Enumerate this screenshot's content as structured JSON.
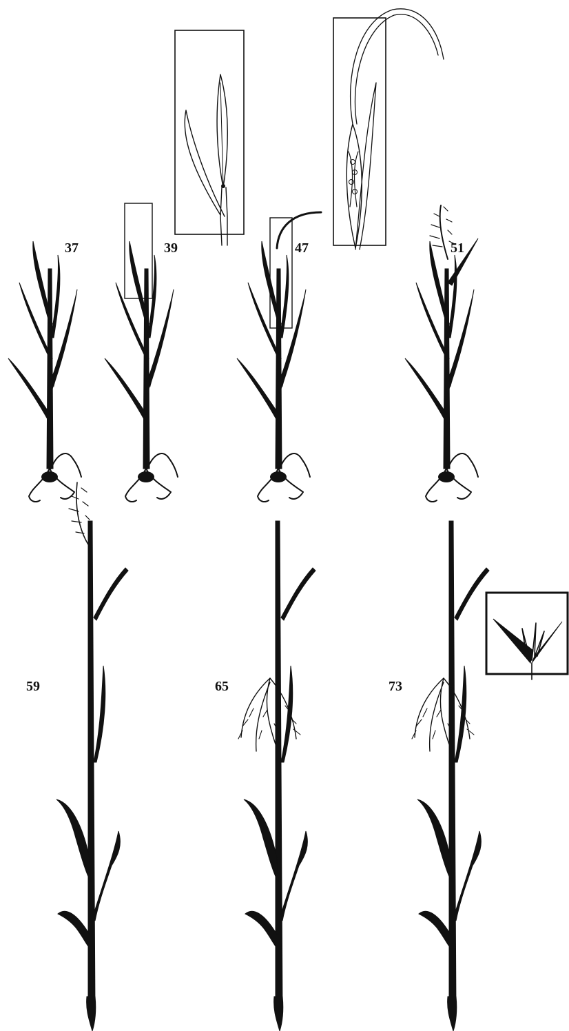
{
  "stages": {
    "s37": "37",
    "s39": "39",
    "s47": "47",
    "s51": "51",
    "s59": "59",
    "s65": "65",
    "s73": "73"
  },
  "ink_color": "#111111",
  "paper_color": "#ffffff"
}
